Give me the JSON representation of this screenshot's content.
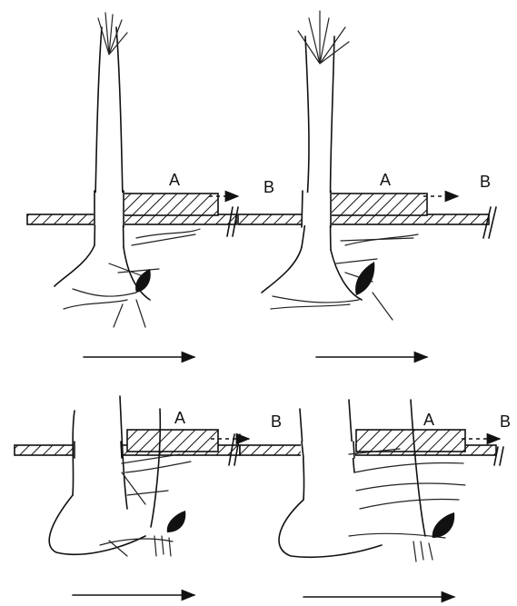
{
  "panels": [
    {
      "id": "top-left",
      "label_a": "A",
      "label_b": "B"
    },
    {
      "id": "top-right",
      "label_a": "A",
      "label_b": "B"
    },
    {
      "id": "bottom-left",
      "label_a": "A",
      "label_b": "B"
    },
    {
      "id": "bottom-right",
      "label_a": "A",
      "label_b": "B"
    }
  ]
}
